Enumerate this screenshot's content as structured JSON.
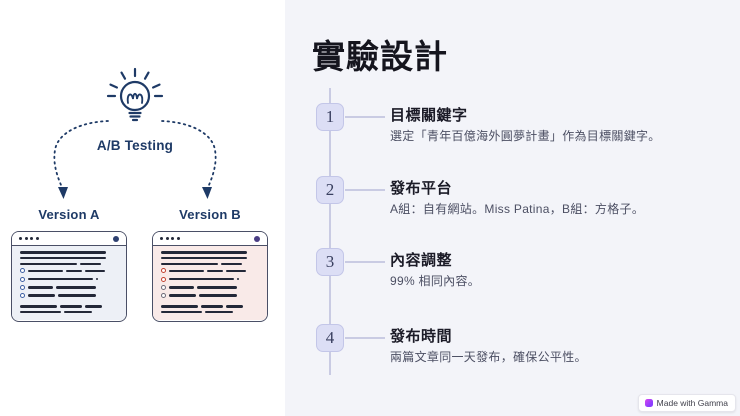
{
  "slide": {
    "title": "實驗設計"
  },
  "timeline": {
    "items": [
      {
        "number": "1",
        "title": "目標關鍵字",
        "description": "選定「青年百億海外圓夢計畫」作為目標關鍵字。"
      },
      {
        "number": "2",
        "title": "發布平台",
        "description": "A組：自有網站。Miss Patina，B組：方格子。"
      },
      {
        "number": "3",
        "title": "內容調整",
        "description": "99% 相同內容。"
      },
      {
        "number": "4",
        "title": "發布時間",
        "description": "兩篇文章同一天發布，確保公平性。"
      }
    ]
  },
  "illustration": {
    "caption": "A/B Testing",
    "windows": [
      {
        "label": "Version A",
        "content_bg": "#edf0f6",
        "accent_dot": "#2e4070",
        "rows": [
          {
            "segs": [
              88
            ]
          },
          {
            "segs": [
              88
            ]
          },
          {
            "segs": [
              58,
              22
            ]
          },
          {
            "b": "blue",
            "segs": [
              36,
              16,
              20
            ]
          },
          {
            "b": "blue",
            "segs": [
              66
            ],
            "dot": true
          },
          {
            "b": "blue",
            "segs": [
              26,
              40
            ]
          },
          {
            "b": "blue",
            "segs": [
              28,
              38
            ]
          },
          {
            "gap": true
          },
          {
            "segs": [
              38,
              22,
              18
            ]
          },
          {
            "segs": [
              42,
              28
            ]
          }
        ]
      },
      {
        "label": "Version B",
        "content_bg": "#f9eae8",
        "accent_dot": "#4a3e85",
        "rows": [
          {
            "segs": [
              88
            ]
          },
          {
            "segs": [
              88
            ]
          },
          {
            "segs": [
              58,
              22
            ]
          },
          {
            "b": "red",
            "segs": [
              36,
              16,
              20
            ]
          },
          {
            "b": "red",
            "segs": [
              66
            ],
            "dot": true
          },
          {
            "b": "gray",
            "segs": [
              26,
              40
            ]
          },
          {
            "b": "gray",
            "segs": [
              28,
              38
            ]
          },
          {
            "gap": true
          },
          {
            "segs": [
              38,
              22,
              18
            ]
          },
          {
            "segs": [
              42,
              28
            ]
          }
        ]
      }
    ]
  },
  "gamma_badge": {
    "text": "Made with Gamma"
  },
  "colors": {
    "navy": "#1e3a66",
    "panel_bg": "#f3f4f9",
    "line": "#c9cbe3",
    "badge_bg": "#dcdef5",
    "badge_border": "#c3c6e8",
    "badge_text": "#3a4060",
    "title": "#15151e",
    "heading": "#1b1b27",
    "desc": "#4c4f63",
    "ink": "#232838",
    "win_border": "#4a4f66",
    "bullet_blue": "#3d5fa3",
    "bullet_red": "#c2402f",
    "bullet_gray": "#6e6a78"
  }
}
